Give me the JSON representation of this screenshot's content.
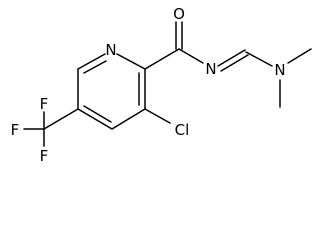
{
  "structure": {
    "atoms": {
      "O": "O",
      "N_ring": "N",
      "N_imine": "N",
      "N_amine": "N",
      "Cl": "Cl",
      "F_top": "F",
      "F_left": "F",
      "F_bottom": "F"
    }
  }
}
